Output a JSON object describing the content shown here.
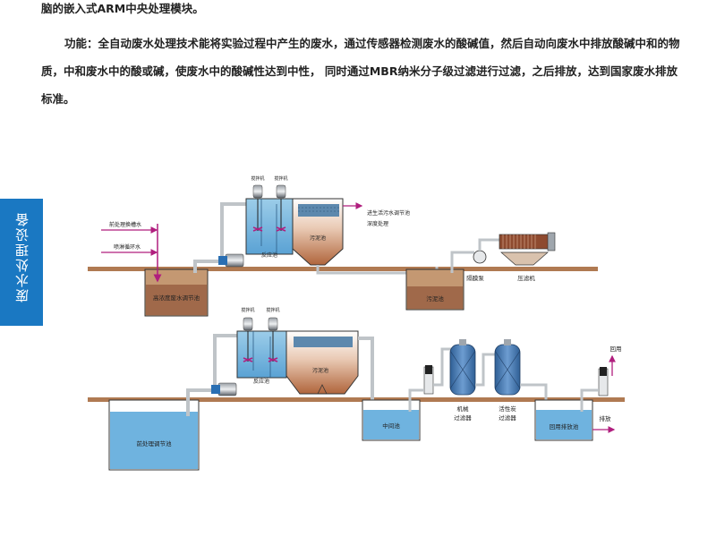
{
  "intro": {
    "line1": "脑的嵌入式ARM中央处理模块。",
    "line2": "功能：全自动废水处理技术能将实验过程中产生的废水，通过传感器检测废水的酸碱值，然后自动向废水中排放酸碱中和的物质，中和废水中的酸或碱，使废水中的酸碱性达到中性， 同时通过MBR纳米分子级过滤进行过滤，之后排放，达到国家废水排放标准。"
  },
  "side_tab": {
    "label": "废水处理设备"
  },
  "diagram": {
    "top": {
      "inflow_1": "前处理换槽水",
      "inflow_2": "喷淋循环水",
      "tank_high": "高浓度废水调节池",
      "mixer_1": "搅拌机",
      "mixer_2": "搅拌机",
      "reactor": "反应池",
      "sludge": "污泥池",
      "to_next_1": "进生活污水调节池",
      "to_next_2": "深度处理",
      "sludge_tank": "污泥池",
      "diaphragm_pump": "隔膜泵",
      "filter_press": "压滤机"
    },
    "bottom": {
      "tank_pre": "前处理调节池",
      "mixer_1": "搅拌机",
      "mixer_2": "搅拌机",
      "reactor": "反应池",
      "sludge": "污泥池",
      "mid_tank": "中间池",
      "mech_filter_1": "机械",
      "mech_filter_2": "过滤器",
      "carbon_filter_1": "活性炭",
      "carbon_filter_2": "过滤器",
      "reuse_tank": "回用排放池",
      "reuse": "回用",
      "discharge": "排放"
    }
  },
  "colors": {
    "ground": "#b07a52",
    "water": "#6fb3df",
    "pipe": "#bfc4c8",
    "arrow": "#b01e7e",
    "tab": "#1a78c2"
  }
}
